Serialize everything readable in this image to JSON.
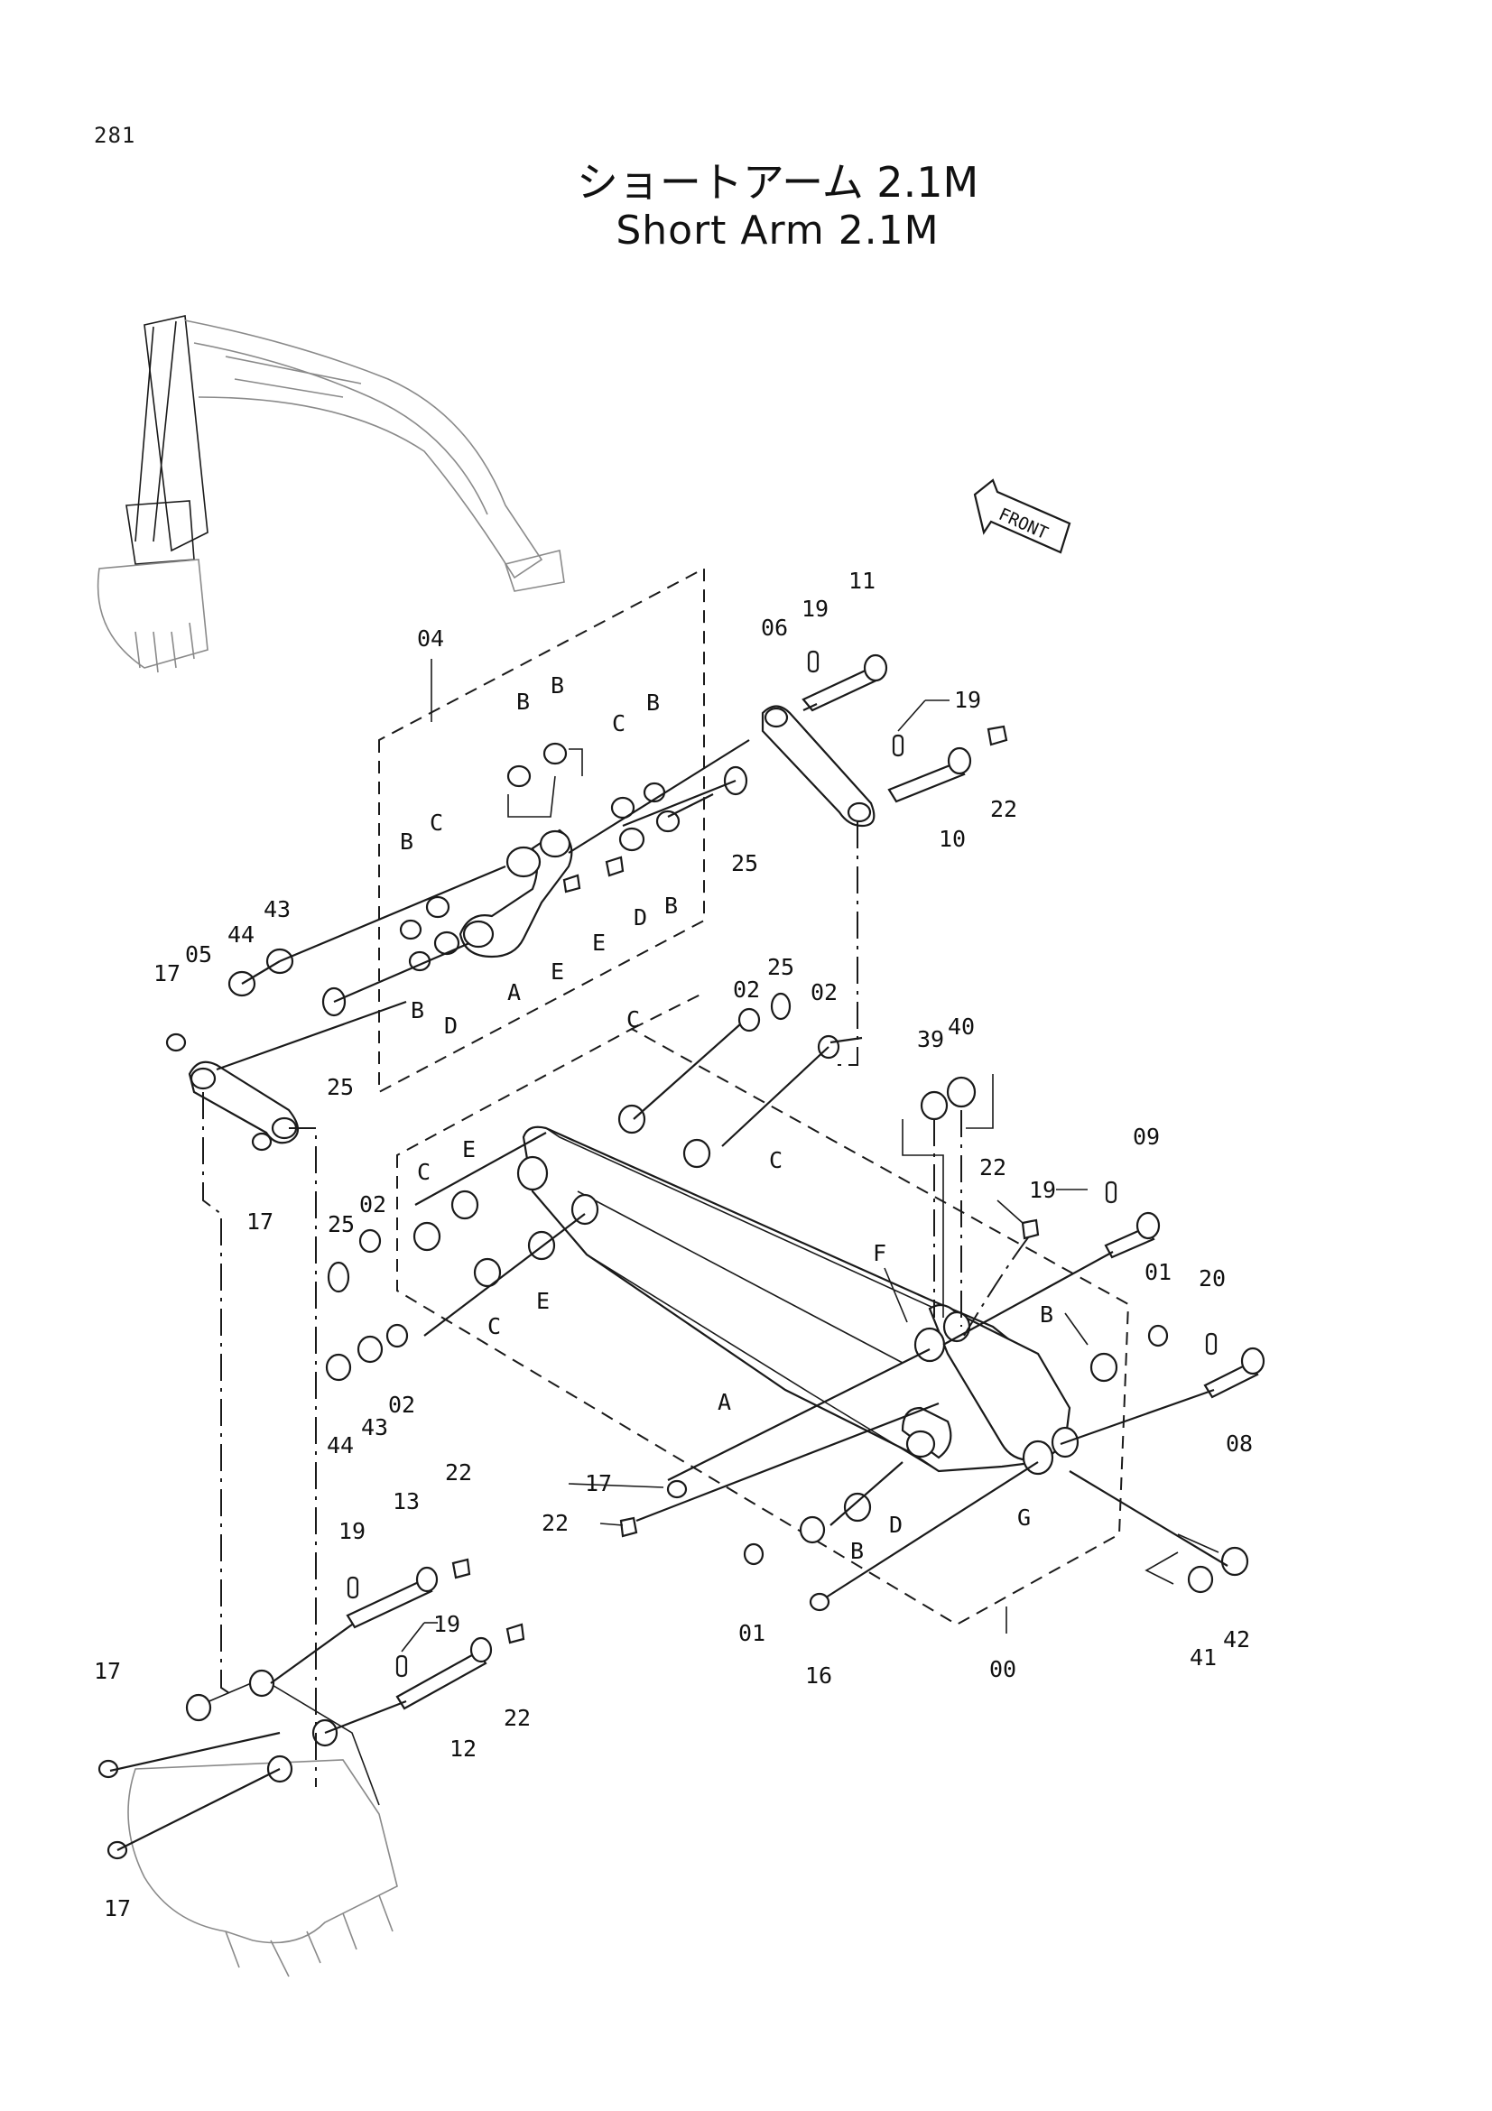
{
  "page_number": "281",
  "title_jp": "ショートアーム 2.1M",
  "title_en": "Short Arm 2.1M",
  "front_label": "FRONT",
  "callouts": [
    {
      "key": "04",
      "text": "04"
    },
    {
      "key": "06",
      "text": "06"
    },
    {
      "key": "19a",
      "text": "19"
    },
    {
      "key": "11",
      "text": "11"
    },
    {
      "key": "19b",
      "text": "19"
    },
    {
      "key": "22a",
      "text": "22"
    },
    {
      "key": "10",
      "text": "10"
    },
    {
      "key": "25a",
      "text": "25"
    },
    {
      "key": "Ba",
      "text": "B"
    },
    {
      "key": "Bb",
      "text": "B"
    },
    {
      "key": "Ca",
      "text": "C"
    },
    {
      "key": "Bc",
      "text": "B"
    },
    {
      "key": "Bd",
      "text": "B"
    },
    {
      "key": "Cb",
      "text": "C"
    },
    {
      "key": "Be",
      "text": "B"
    },
    {
      "key": "Da",
      "text": "D"
    },
    {
      "key": "Ea",
      "text": "E"
    },
    {
      "key": "Eb",
      "text": "E"
    },
    {
      "key": "Aa",
      "text": "A"
    },
    {
      "key": "Bf",
      "text": "B"
    },
    {
      "key": "Db",
      "text": "D"
    },
    {
      "key": "43a",
      "text": "43"
    },
    {
      "key": "44a",
      "text": "44"
    },
    {
      "key": "05",
      "text": "05"
    },
    {
      "key": "17a",
      "text": "17"
    },
    {
      "key": "25b",
      "text": "25"
    },
    {
      "key": "17b",
      "text": "17"
    },
    {
      "key": "02a",
      "text": "02"
    },
    {
      "key": "25c",
      "text": "25"
    },
    {
      "key": "02b",
      "text": "02"
    },
    {
      "key": "Cc",
      "text": "C"
    },
    {
      "key": "Cd",
      "text": "C"
    },
    {
      "key": "39",
      "text": "39"
    },
    {
      "key": "40",
      "text": "40"
    },
    {
      "key": "Ec",
      "text": "E"
    },
    {
      "key": "Ce",
      "text": "C"
    },
    {
      "key": "25d",
      "text": "25"
    },
    {
      "key": "02c",
      "text": "02"
    },
    {
      "key": "Cf",
      "text": "C"
    },
    {
      "key": "Ed",
      "text": "E"
    },
    {
      "key": "44b",
      "text": "44"
    },
    {
      "key": "43b",
      "text": "43"
    },
    {
      "key": "02d",
      "text": "02"
    },
    {
      "key": "22b",
      "text": "22"
    },
    {
      "key": "19c",
      "text": "19"
    },
    {
      "key": "09",
      "text": "09"
    },
    {
      "key": "F",
      "text": "F"
    },
    {
      "key": "01a",
      "text": "01"
    },
    {
      "key": "20",
      "text": "20"
    },
    {
      "key": "Bg",
      "text": "B"
    },
    {
      "key": "08",
      "text": "08"
    },
    {
      "key": "Ab",
      "text": "A"
    },
    {
      "key": "17c",
      "text": "17"
    },
    {
      "key": "22c",
      "text": "22"
    },
    {
      "key": "Bh",
      "text": "B"
    },
    {
      "key": "Dc",
      "text": "D"
    },
    {
      "key": "G",
      "text": "G"
    },
    {
      "key": "01b",
      "text": "01"
    },
    {
      "key": "16",
      "text": "16"
    },
    {
      "key": "00",
      "text": "00"
    },
    {
      "key": "41",
      "text": "41"
    },
    {
      "key": "42",
      "text": "42"
    },
    {
      "key": "19d",
      "text": "19"
    },
    {
      "key": "13",
      "text": "13"
    },
    {
      "key": "22d",
      "text": "22"
    },
    {
      "key": "19e",
      "text": "19"
    },
    {
      "key": "22e",
      "text": "22"
    },
    {
      "key": "12",
      "text": "12"
    },
    {
      "key": "17d",
      "text": "17"
    },
    {
      "key": "17e",
      "text": "17"
    }
  ]
}
